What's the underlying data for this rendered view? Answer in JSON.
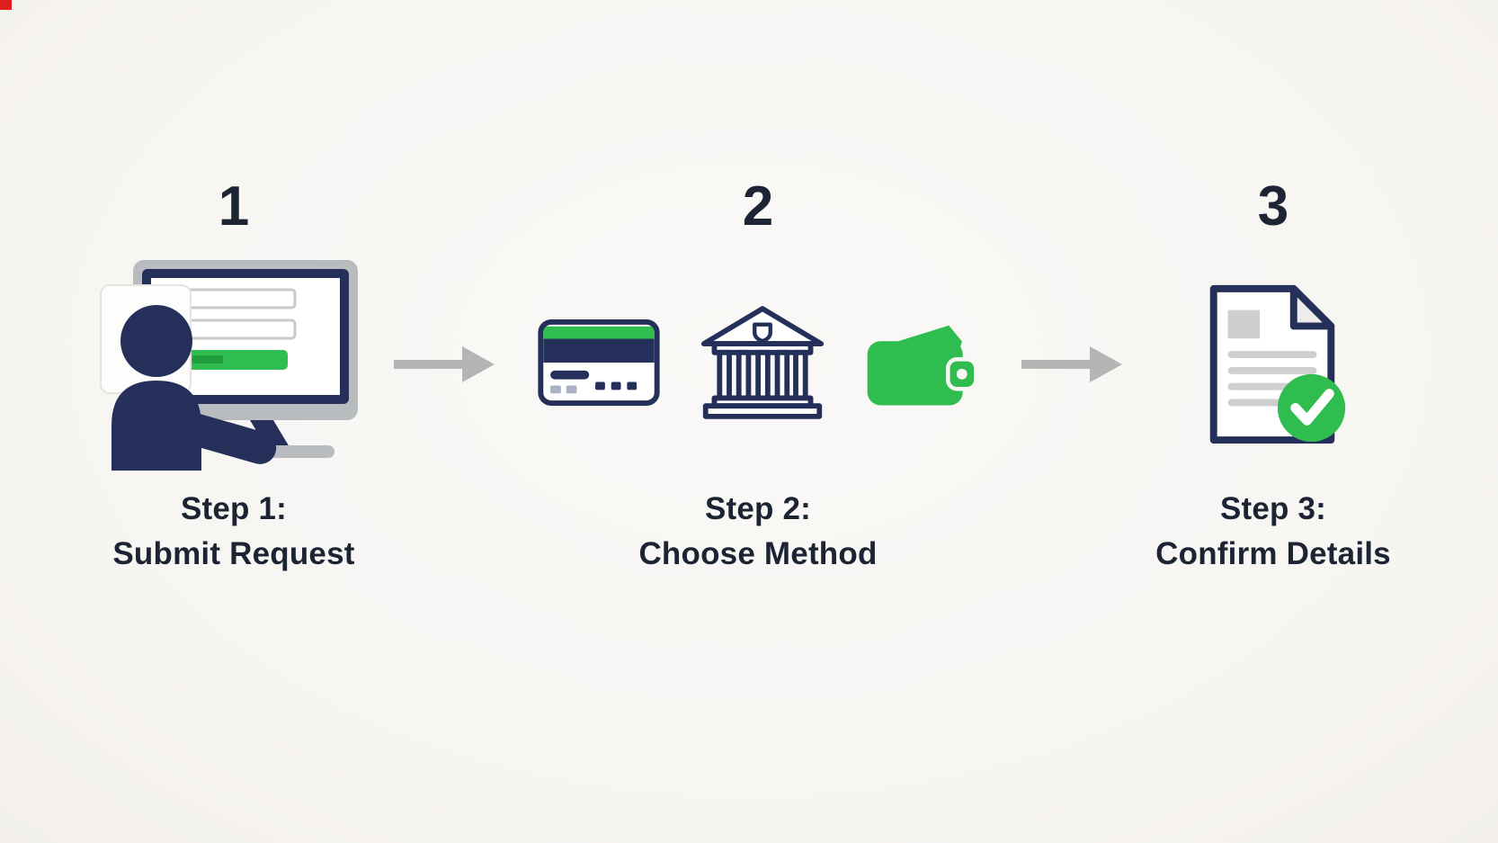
{
  "colors": {
    "background": "#f8f7f4",
    "navy": "#25305a",
    "green": "#2fbd4f",
    "arrow_gray": "#b5b5b5",
    "text": "#1d2433",
    "red_marker": "#e01e1e"
  },
  "steps": [
    {
      "number": "1",
      "label_line1": "Step 1:",
      "label_line2": "Submit Request",
      "icon": "person-submitting-form-on-computer"
    },
    {
      "number": "2",
      "label_line1": "Step 2:",
      "label_line2": "Choose Method",
      "icons": [
        "credit-card",
        "bank",
        "wallet"
      ]
    },
    {
      "number": "3",
      "label_line1": "Step 3:",
      "label_line2": "Confirm Details",
      "icon": "document-with-checkmark"
    }
  ]
}
